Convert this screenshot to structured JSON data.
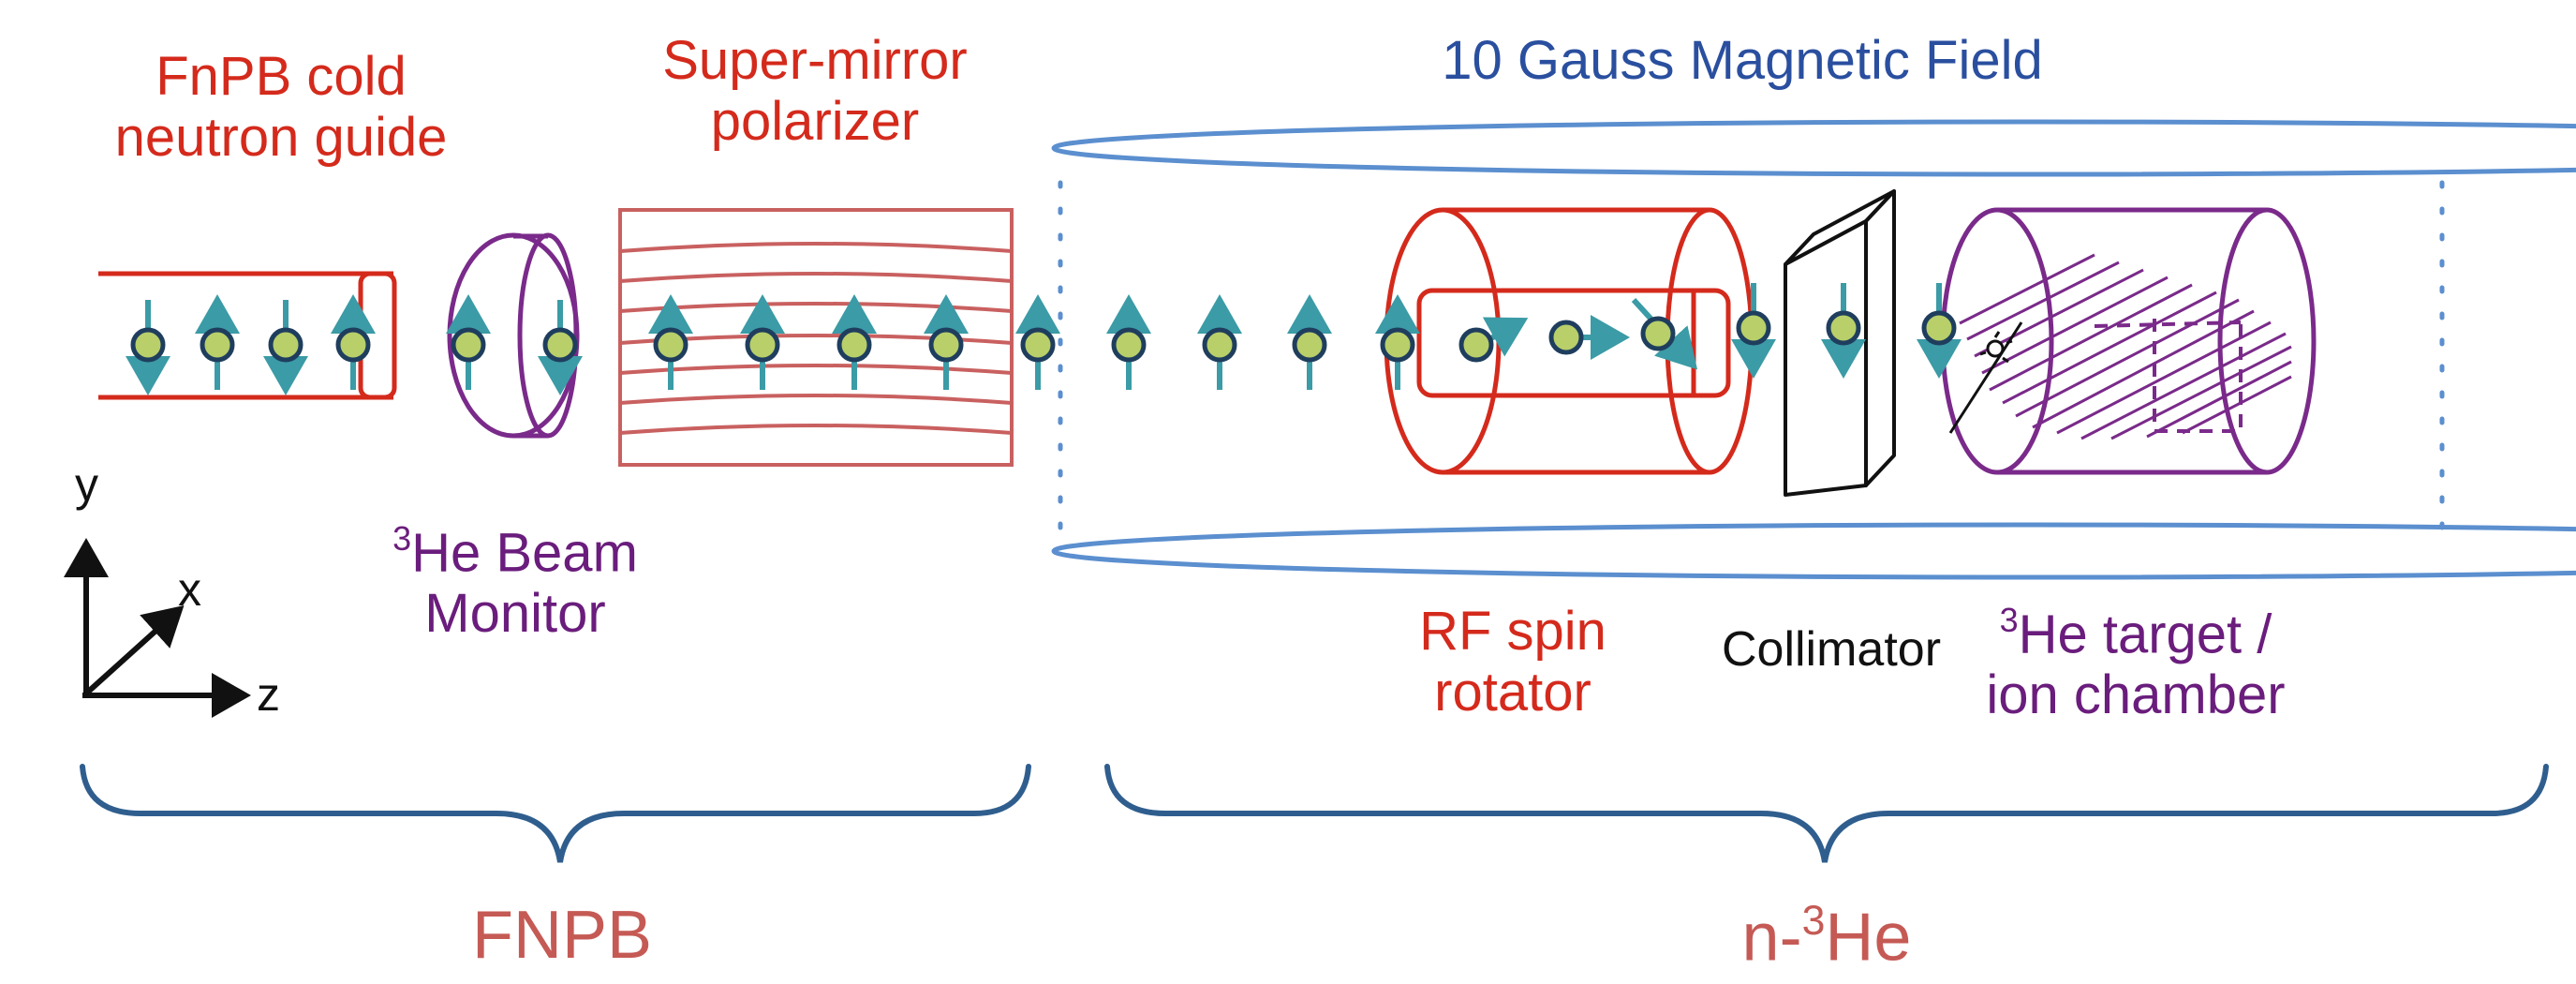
{
  "labels": {
    "guide": [
      "FnPB cold",
      "neutron guide"
    ],
    "polarizer": [
      "Super-mirror",
      "polarizer"
    ],
    "field": "10 Gauss Magnetic Field",
    "monitor": {
      "sup": "3",
      "line1": "He Beam",
      "line2": "Monitor"
    },
    "rf": [
      "RF spin",
      "rotator"
    ],
    "collimator": "Collimator",
    "target": {
      "sup": "3",
      "line1": "He target /",
      "line2": "ion chamber"
    },
    "fnpb": "FNPB",
    "n3he": {
      "pre": "n-",
      "sup": "3",
      "post": "He"
    }
  },
  "axes": {
    "y": "y",
    "x": "x",
    "z": "z"
  },
  "colors": {
    "red": "#d42a1c",
    "blue": "#2a4f9f",
    "purple": "#6a1d7c",
    "teal": "#3b9ba6",
    "neutron_fill": "#b8cf6a",
    "neutron_stroke": "#1f3e5e",
    "brace": "#2f5e8e",
    "cylinder_blue": "#5b8fcf",
    "polarizer_line": "#c96060"
  },
  "icons": [
    "neutron-icon",
    "spin-arrow-icon",
    "axis-arrow-icon",
    "brace-icon"
  ]
}
